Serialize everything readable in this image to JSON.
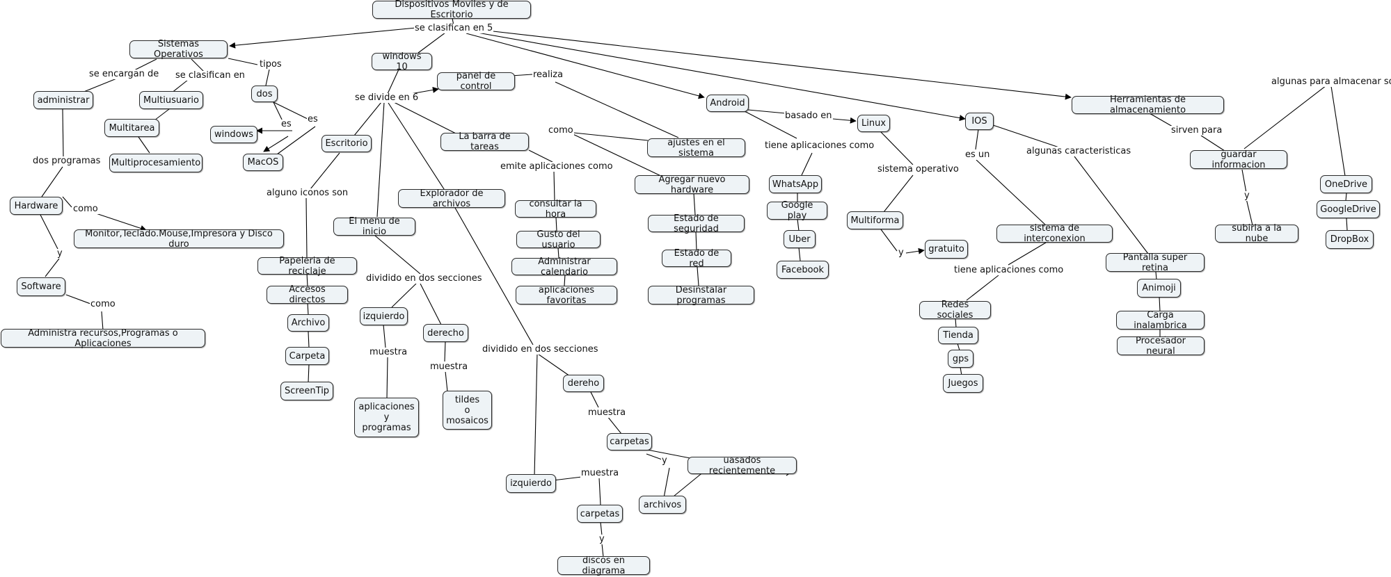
{
  "nodes": {
    "root": "Dispositivos Moviles y de Escritorio",
    "so": "Sistemas Operativos",
    "administrar": "administrar",
    "multiusuario": "Multiusuario",
    "multitarea": "Multitarea",
    "multiprocesamiento": "Multiprocesamiento",
    "dos": "dos",
    "windows": "windows",
    "macos": "MacOS",
    "hardware": "Hardware",
    "monitor": "Monitor,Teclado.Mouse,Impresora y Disco duro",
    "software": "Software",
    "administra": "Administra recursos,Programas o Aplicaciones",
    "win10": "windows 10",
    "panel": "panel de control",
    "escritorio": "Escritorio",
    "barra": "La barra de tareas",
    "explorador": "Explorador de archivos",
    "menu": "El menu de inicio",
    "papeleria": "Papeleria de reciclaje",
    "accesos": "Accesos directos",
    "archivo": "Archivo",
    "carpeta": "Carpeta",
    "screentip": "ScreenTip",
    "izq1": "izquierdo",
    "derecho": "derecho",
    "aplicaciones": "aplicaciones\ny\nprogramas",
    "tildes": "tildes\no\nmosaicos",
    "ajustes": "ajustes en el sistema",
    "consultar": "consultar la hora",
    "gusto": "Gusto del usuario",
    "calendario": "Administrar calendario",
    "favoritas": "aplicaciones favoritas",
    "agregar": "Agregar nuevo hardware",
    "seguridad": "Estado de seguridad",
    "red": "Estado de red",
    "desinstalar": "Desinstalar programas",
    "dereho": "dereho",
    "carpetas1": "carpetas",
    "usados": "uasados recientemente",
    "archivos": "archivos",
    "izq2": "izquierdo",
    "carpetas2": "carpetas",
    "discos": "discos en diagrama",
    "android": "Android",
    "linux": "Linux",
    "whatsapp": "WhatsApp",
    "googleplay": "Google play",
    "uber": "Uber",
    "facebook": "Facebook",
    "multiforma": "Multiforma",
    "gratuito": "gratuito",
    "ios": "IOS",
    "sistema_inter": "sistema de interconexion",
    "redes": "Redes sociales",
    "tienda": "Tienda",
    "gps": "gps",
    "juegos": "Juegos",
    "pantalla": "Pantalla super retina",
    "animoji": "Animoji",
    "carga": "Carga inalambrica",
    "procesador": "Procesador neural",
    "herramientas": "Herramientas de almacenamiento",
    "guardar": "guardar informacion",
    "subirla": "subirla a la nube",
    "onedrive": "OneDrive",
    "googledrive": "GoogleDrive",
    "dropbox": "DropBox"
  },
  "labels": {
    "se_clasifican_5": "se clasifican en 5",
    "se_encargan": "se encargan de",
    "se_clasifican": "se clasifican en",
    "tipos": "tipos",
    "es_a": "es",
    "es_b": "es",
    "dos_programas": "dos programas",
    "como_hw": "como",
    "y_hw": "y",
    "como_sw": "como",
    "se_divide": "se divide en 6",
    "realiza": "realiza",
    "como_panel": "como",
    "alguno_iconos": "alguno iconos son",
    "emite": "emite aplicaciones como",
    "dividido1": "dividido en dos secciones",
    "muestra_izq": "muestra",
    "muestra_der": "muestra",
    "dividido2": "dividido en dos secciones",
    "muestra_dereho": "muestra",
    "y_carpetas": "y",
    "muestra_izq2": "muestra",
    "y_discos": "y",
    "basado": "basado en",
    "tiene_apps_android": "tiene aplicaciones como",
    "sistema_operativo": "sistema operativo",
    "y_gratuito": "y",
    "es_un": "es un",
    "algunas_caract": "algunas caracteristicas",
    "tiene_apps_ios": "tiene aplicaciones como",
    "sirven_para": "sirven para",
    "y_subirla": "y",
    "algunas_almacenar": "algunas para almacenar son"
  }
}
